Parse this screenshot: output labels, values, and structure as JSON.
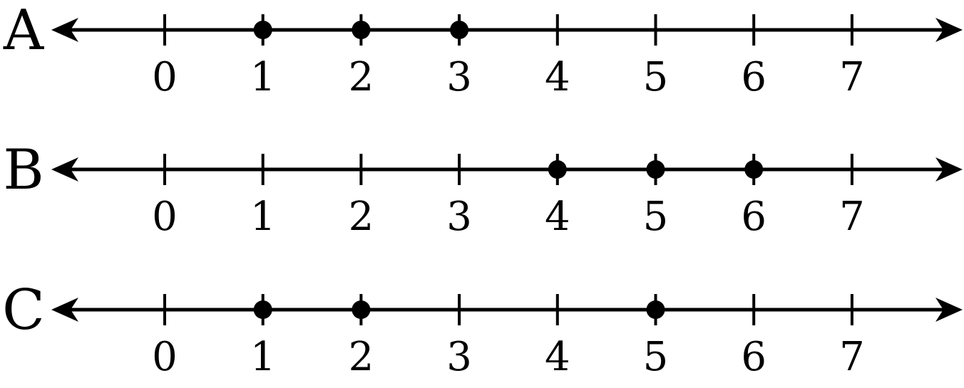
{
  "ticks": [
    "0",
    "1",
    "2",
    "3",
    "4",
    "5",
    "6",
    "7"
  ],
  "number_lines": [
    {
      "label": "A",
      "points": [
        1,
        2,
        3
      ]
    },
    {
      "label": "B",
      "points": [
        4,
        5,
        6
      ]
    },
    {
      "label": "C",
      "points": [
        1,
        2,
        5
      ]
    }
  ],
  "colors": {
    "line": "#000000",
    "point": "#000000",
    "background": "#ffffff"
  }
}
